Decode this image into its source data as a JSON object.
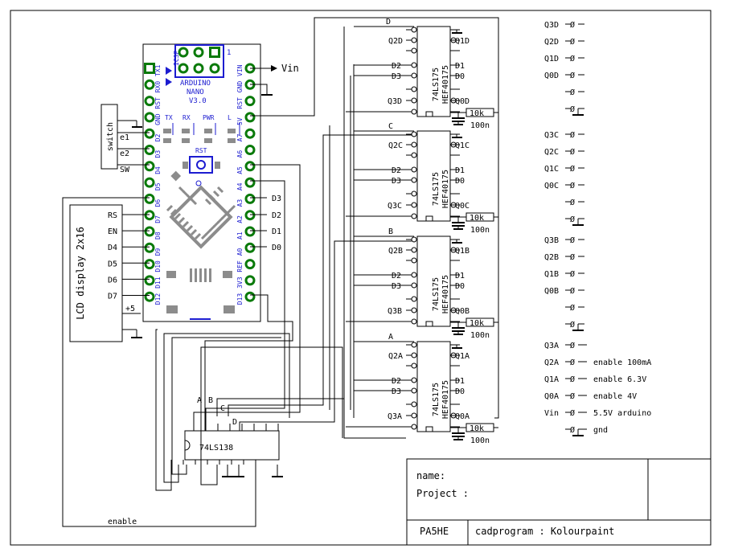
{
  "arduino": {
    "model_line1": "ARDUINO",
    "model_line2": "NANO",
    "model_line3": "V3.0",
    "icsp_label": "ICSP",
    "icsp_pin1": "1",
    "leds": [
      "TX",
      "RX",
      "PWR",
      "L"
    ],
    "reset_label": "RST",
    "left_pins": [
      "TX1",
      "RX0",
      "RST",
      "GND",
      "D2",
      "D3",
      "D4",
      "D5",
      "D6",
      "D7",
      "D8",
      "D9",
      "D10",
      "D11",
      "D12"
    ],
    "right_pins": [
      "VIN",
      "GND",
      "RST",
      "5V",
      "A7",
      "A6",
      "A5",
      "A4",
      "A3",
      "A2",
      "A1",
      "A0",
      "REF",
      "3V3",
      "D13"
    ],
    "vin_label": "Vin",
    "a_outputs": [
      "D3",
      "D2",
      "D1",
      "D0"
    ]
  },
  "switch": {
    "label": "switch",
    "pins": [
      "e1",
      "e2",
      "SW"
    ]
  },
  "lcd": {
    "label": "LCD display 2x16",
    "pins": [
      "RS",
      "EN",
      "D4",
      "D5",
      "D6",
      "D7",
      "+5"
    ]
  },
  "decoder": {
    "part": "74LS138",
    "inputs": [
      "A",
      "B",
      "C",
      "D"
    ],
    "enable_label": "enable"
  },
  "latches": [
    {
      "id": "D",
      "select": "D",
      "inputs": [
        "Q2D",
        "D2",
        "D3",
        "Q3D"
      ],
      "outputs": [
        "Q1D",
        "D1",
        "D0",
        "Q0D"
      ],
      "part1": "74LS175",
      "part2": "HEF40175",
      "resistor": "10k",
      "cap": "100n"
    },
    {
      "id": "C",
      "select": "C",
      "inputs": [
        "Q2C",
        "D2",
        "D3",
        "Q3C"
      ],
      "outputs": [
        "Q1C",
        "D1",
        "D0",
        "Q0C"
      ],
      "part1": "74LS175",
      "part2": "HEF40175",
      "resistor": "10k",
      "cap": "100n"
    },
    {
      "id": "B",
      "select": "B",
      "inputs": [
        "Q2B",
        "D2",
        "D3",
        "Q3B"
      ],
      "outputs": [
        "Q1B",
        "D1",
        "D0",
        "Q0B"
      ],
      "part1": "74LS175",
      "part2": "HEF40175",
      "resistor": "10k",
      "cap": "100n"
    },
    {
      "id": "A",
      "select": "A",
      "inputs": [
        "Q2A",
        "D2",
        "D3",
        "Q3A"
      ],
      "outputs": [
        "Q1A",
        "D1",
        "D0",
        "Q0A"
      ],
      "part1": "74LS175",
      "part2": "HEF40175",
      "resistor": "10k",
      "cap": "100n"
    }
  ],
  "connector_groups": [
    {
      "id": "D",
      "terms": [
        "Q3D",
        "Q2D",
        "Q1D",
        "Q0D"
      ]
    },
    {
      "id": "C",
      "terms": [
        "Q3C",
        "Q2C",
        "Q1C",
        "Q0C"
      ]
    },
    {
      "id": "B",
      "terms": [
        "Q3B",
        "Q2B",
        "Q1B",
        "Q0B"
      ]
    }
  ],
  "connector_a": [
    {
      "term": "Q3A",
      "desc": ""
    },
    {
      "term": "Q2A",
      "desc": "enable 100mA"
    },
    {
      "term": "Q1A",
      "desc": "enable 6.3V"
    },
    {
      "term": "Q0A",
      "desc": "enable 4V"
    },
    {
      "term": "Vin",
      "desc": "5.5V arduino"
    },
    {
      "term": "",
      "desc": "gnd"
    }
  ],
  "terminal_glyph": "Ø",
  "title_block": {
    "name_label": "name:",
    "project_label": "Project :",
    "author": "PA5HE",
    "program": "cadprogram : Kolourpaint"
  }
}
